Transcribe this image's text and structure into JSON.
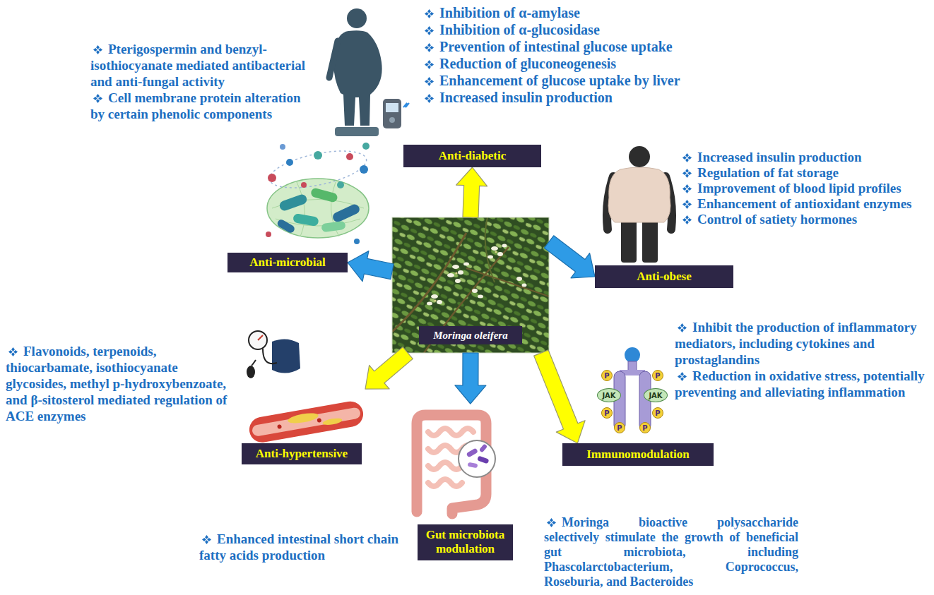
{
  "diagram": {
    "nodes": [
      {
        "text": [
          "Moringa oleifera"
        ]
      },
      {
        "text": [
          "Anti-diabetic"
        ]
      },
      {
        "text": [
          "Anti-obese"
        ]
      },
      {
        "text": [
          "Immunomodulation"
        ]
      },
      {
        "text": [
          "Gut microbiota modulation"
        ]
      },
      {
        "text": [
          "Anti-hypertensive"
        ]
      },
      {
        "text": [
          "Anti-microbial"
        ]
      },
      {
        "text": [
          "JAK"
        ]
      },
      {
        "text": [
          "JAK"
        ]
      },
      {
        "text": [
          "P"
        ]
      },
      {
        "text": [
          "P"
        ]
      },
      {
        "text": [
          "P"
        ]
      },
      {
        "text": [
          "P"
        ]
      },
      {
        "text": [
          "P"
        ]
      },
      {
        "text": [
          "P"
        ]
      }
    ],
    "edges": [
      {
        "from": 0,
        "to": 1,
        "arrow": "to"
      },
      {
        "from": 0,
        "to": 2,
        "arrow": "to"
      },
      {
        "from": 0,
        "to": 3,
        "arrow": "to"
      },
      {
        "from": 0,
        "to": 4,
        "arrow": "to"
      },
      {
        "from": 0,
        "to": 5,
        "arrow": "to"
      },
      {
        "from": 0,
        "to": 6,
        "arrow": "to"
      }
    ],
    "labels": [
      "Inhibition of α-amylase",
      "Inhibition of α-glucosidase",
      "Prevention of intestinal glucose uptake",
      "Reduction of gluconeogenesis",
      "Enhancement of glucose uptake by liver",
      "Increased insulin production",
      "Increased insulin production",
      "Regulation of fat storage",
      "Improvement of blood lipid profiles",
      "Enhancement of antioxidant enzymes",
      "Control of satiety hormones",
      "Inhibit the production of inflammatory mediators, including cytokines and prostaglandins",
      "Reduction in oxidative stress, potentially preventing and alleviating inflammation",
      "Moringa bioactive polysaccharide selectively stimulate the growth of beneficial gut microbiota, including Phascolarctobacterium, Coprococcus, Roseburia, and Bacteroides",
      "Enhanced intestinal short chain fatty acids production",
      "Flavonoids, terpenoids, thiocarbamate, isothiocyanate glycosides, methyl p-hydroxybenzoate, and β-sitosterol mediated regulation of ACE enzymes",
      "Pterigospermin and benzyl-isothiocyanate mediated antibacterial and anti-fungal activity",
      "Cell membrane protein alteration by certain phenolic components"
    ]
  }
}
